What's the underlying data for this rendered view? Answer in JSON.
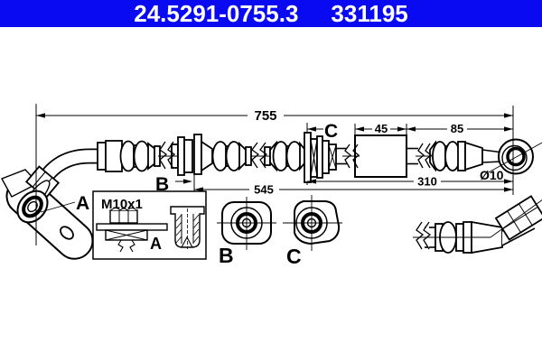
{
  "header": {
    "part_number": "24.5291-0755.3",
    "reference_number": "331195",
    "bar_color": "#0a0af2",
    "text_color": "#ffffff"
  },
  "drawing": {
    "kind": "brake-hose-technical-drawing",
    "background_color": "#ffffff",
    "line_color": "#000000",
    "dimensions": {
      "total_length": "755",
      "length_b_to_end": "545",
      "length_c_to_end": "310",
      "sleeve_length": "45",
      "end_section_length": "85",
      "eye_bore_diameter": "Ø10",
      "thread_spec": "M10x1"
    },
    "labels": {
      "fitting_a": "A",
      "fitting_a_detail": "A",
      "fitting_b": "B",
      "fitting_b_view": "B",
      "fitting_c": "C",
      "fitting_c_view": "C"
    }
  }
}
